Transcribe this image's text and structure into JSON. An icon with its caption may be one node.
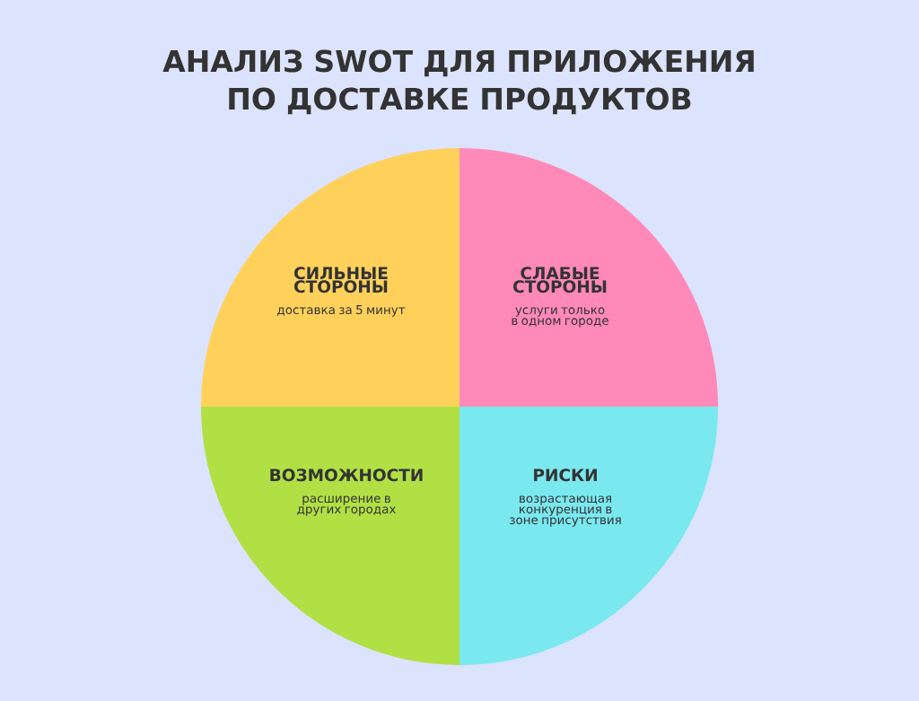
{
  "diagram": {
    "title": "АНАЛИЗ SWOT ДЛЯ ПРИЛОЖЕНИЯ ПО ДОСТАВКЕ ПРОДУКТОВ",
    "nodes": [
      {
        "text": [
          "СИЛЬНЫЕ СТОРОНЫ",
          "доставка за 5 минут"
        ]
      },
      {
        "text": [
          "СЛАБЫЕ СТОРОНЫ",
          "услуги только в одном городе"
        ]
      },
      {
        "text": [
          "ВОЗМОЖНОСТИ",
          "расширение в других городах"
        ]
      },
      {
        "text": [
          "РИСКИ",
          "возрастающая конкуренция в зоне присутствия"
        ]
      }
    ]
  }
}
